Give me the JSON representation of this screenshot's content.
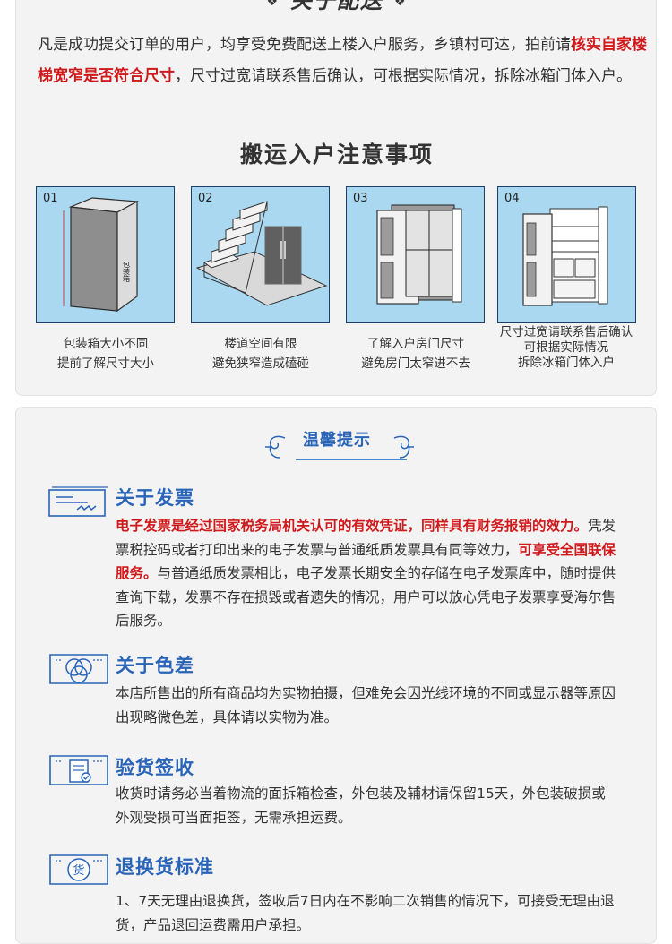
{
  "delivery": {
    "title": "关于配送",
    "diamond": "❖",
    "intro_pre": "凡是成功提交订单的用户，均享受免费配送上楼入户服务，乡镇村可达，拍前请",
    "intro_red": "核实自家楼梯宽窄是否符合尺寸",
    "intro_post": "，尺寸过宽请联系售后确认，可根据实际情况，拆除冰箱门体入户。",
    "notice_title": "搬运入户注意事项",
    "steps": [
      {
        "num": "01",
        "box_text": "包装箱",
        "line1": "包装箱大小不同",
        "line2": "提前了解尺寸大小",
        "line3": ""
      },
      {
        "num": "02",
        "line1": "楼道空间有限",
        "line2": "避免狭窄造成磕碰",
        "line3": ""
      },
      {
        "num": "03",
        "line1": "了解入户房门尺寸",
        "line2": "避免房门太窄进不去",
        "line3": ""
      },
      {
        "num": "04",
        "line1": "尺寸过宽请联系售后确认",
        "line2": "可根据实际情况",
        "line3": "拆除冰箱门体入户"
      }
    ]
  },
  "tips": {
    "title": "温馨提示",
    "items": [
      {
        "title": "关于发票",
        "icon": "invoice-icon",
        "red1": "电子发票是经过国家税务局机关认可的有效凭证，同样具有财务报销的效力。",
        "text1": "凭发票税控码或者打印出来的电子发票与普通纸质发票具有同等效力，",
        "red2": "可享受全国联保服务。",
        "text2": "与普通纸质发票相比，电子发票长期安全的存储在电子发票库中，随时提供查询下载，发票不存在损毁或者遗失的情况，用户可以放心凭电子发票享受海尔售后服务。"
      },
      {
        "title": "关于色差",
        "icon": "color-circles-icon",
        "text": "本店所售出的所有商品均为实物拍摄，但难免会因光线环境的不同或显示器等原因出现略微色差，具体请以实物为准。"
      },
      {
        "title": "验货签收",
        "icon": "document-check-icon",
        "text": "收货时请务必当着物流的面拆箱检查，外包装及辅材请保留15天，外包装破损或外观受损可当面拒签，无需承担运费。"
      },
      {
        "title": "退换货标准",
        "icon": "goods-exchange-icon",
        "icon_char": "货",
        "text": "1、7天无理由退换货，签收后7日内在不影响二次销售的情况下，可接受无理由退货，产品退回运费需用户承担。"
      }
    ]
  },
  "colors": {
    "accent_blue": "#2a64b8",
    "red": "#d0191b",
    "step_bg": "#aad8f0",
    "card_bg": "#f3f3f4"
  }
}
